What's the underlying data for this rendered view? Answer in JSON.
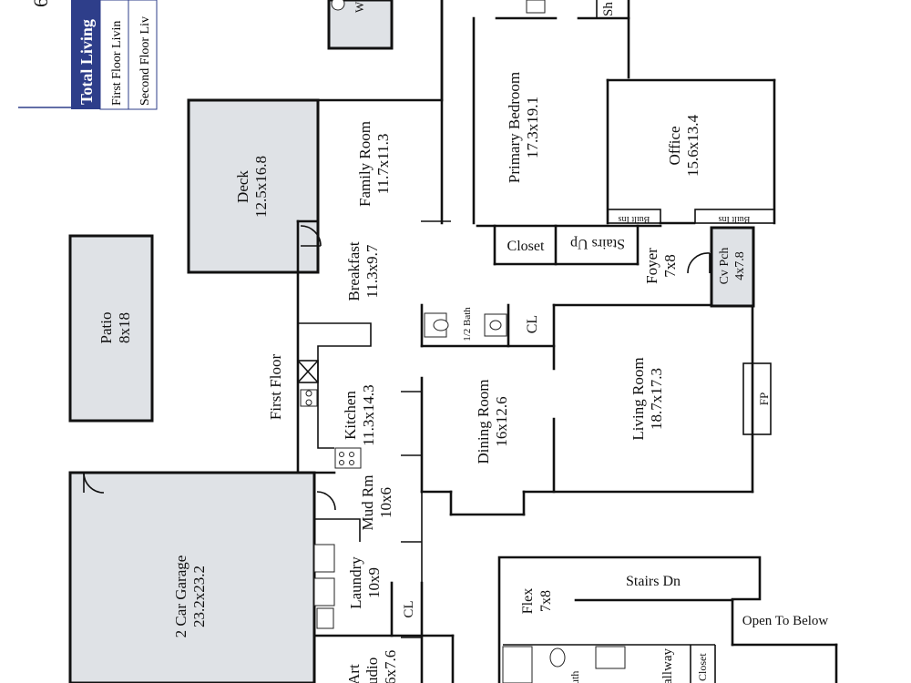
{
  "legend": {
    "number_fragment": "6",
    "total_label": "Total Living",
    "first_floor_label": "First Floor Livin",
    "second_floor_label": "Second Floor Liv"
  },
  "floor_label": "First Floor",
  "rooms": {
    "deck": {
      "name": "Deck",
      "dims": "12.5x16.8"
    },
    "patio": {
      "name": "Patio",
      "dims": "8x18"
    },
    "garage": {
      "name": "2 Car Garage",
      "dims": "23.2x23.2"
    },
    "family_room": {
      "name": "Family Room",
      "dims": "11.7x11.3"
    },
    "breakfast": {
      "name": "Breakfast",
      "dims": "11.3x9.7"
    },
    "kitchen": {
      "name": "Kitchen",
      "dims": "11.3x14.3"
    },
    "mud_room": {
      "name": "Mud Rm",
      "dims": "10x6"
    },
    "laundry": {
      "name": "Laundry",
      "dims": "10x9"
    },
    "art_studio": {
      "name": "Art",
      "name2": "udio",
      "dims": "6x7.6"
    },
    "primary_bedroom": {
      "name": "Primary Bedroom",
      "dims": "17.3x19.1"
    },
    "office": {
      "name": "Office",
      "dims": "15.6x13.4"
    },
    "foyer": {
      "name": "Foyer",
      "dims": "7x8"
    },
    "cv_porch": {
      "name": "Cv Pch",
      "dims": "4x7.8"
    },
    "dining_room": {
      "name": "Dining Room",
      "dims": "16x12.6"
    },
    "living_room": {
      "name": "Living Room",
      "dims": "18.7x17.3"
    },
    "flex": {
      "name": "Flex",
      "dims": "7x8"
    }
  },
  "labels": {
    "closet": "Closet",
    "stairs_up": "Stairs Up",
    "half_bath": "1/2 Bath",
    "cl_bath": "CL",
    "cl_laundry": "CL",
    "built_ins_office_left": "Built Ins",
    "built_ins_office_right": "Built Ins",
    "fireplace": "FP",
    "stairs_down": "Stairs Dn",
    "open_to_below": "Open To Below",
    "hallway": "allway",
    "closet_upper": "Closet",
    "shower": "Sh",
    "wic": "W",
    "bath_fragment": "uth"
  }
}
